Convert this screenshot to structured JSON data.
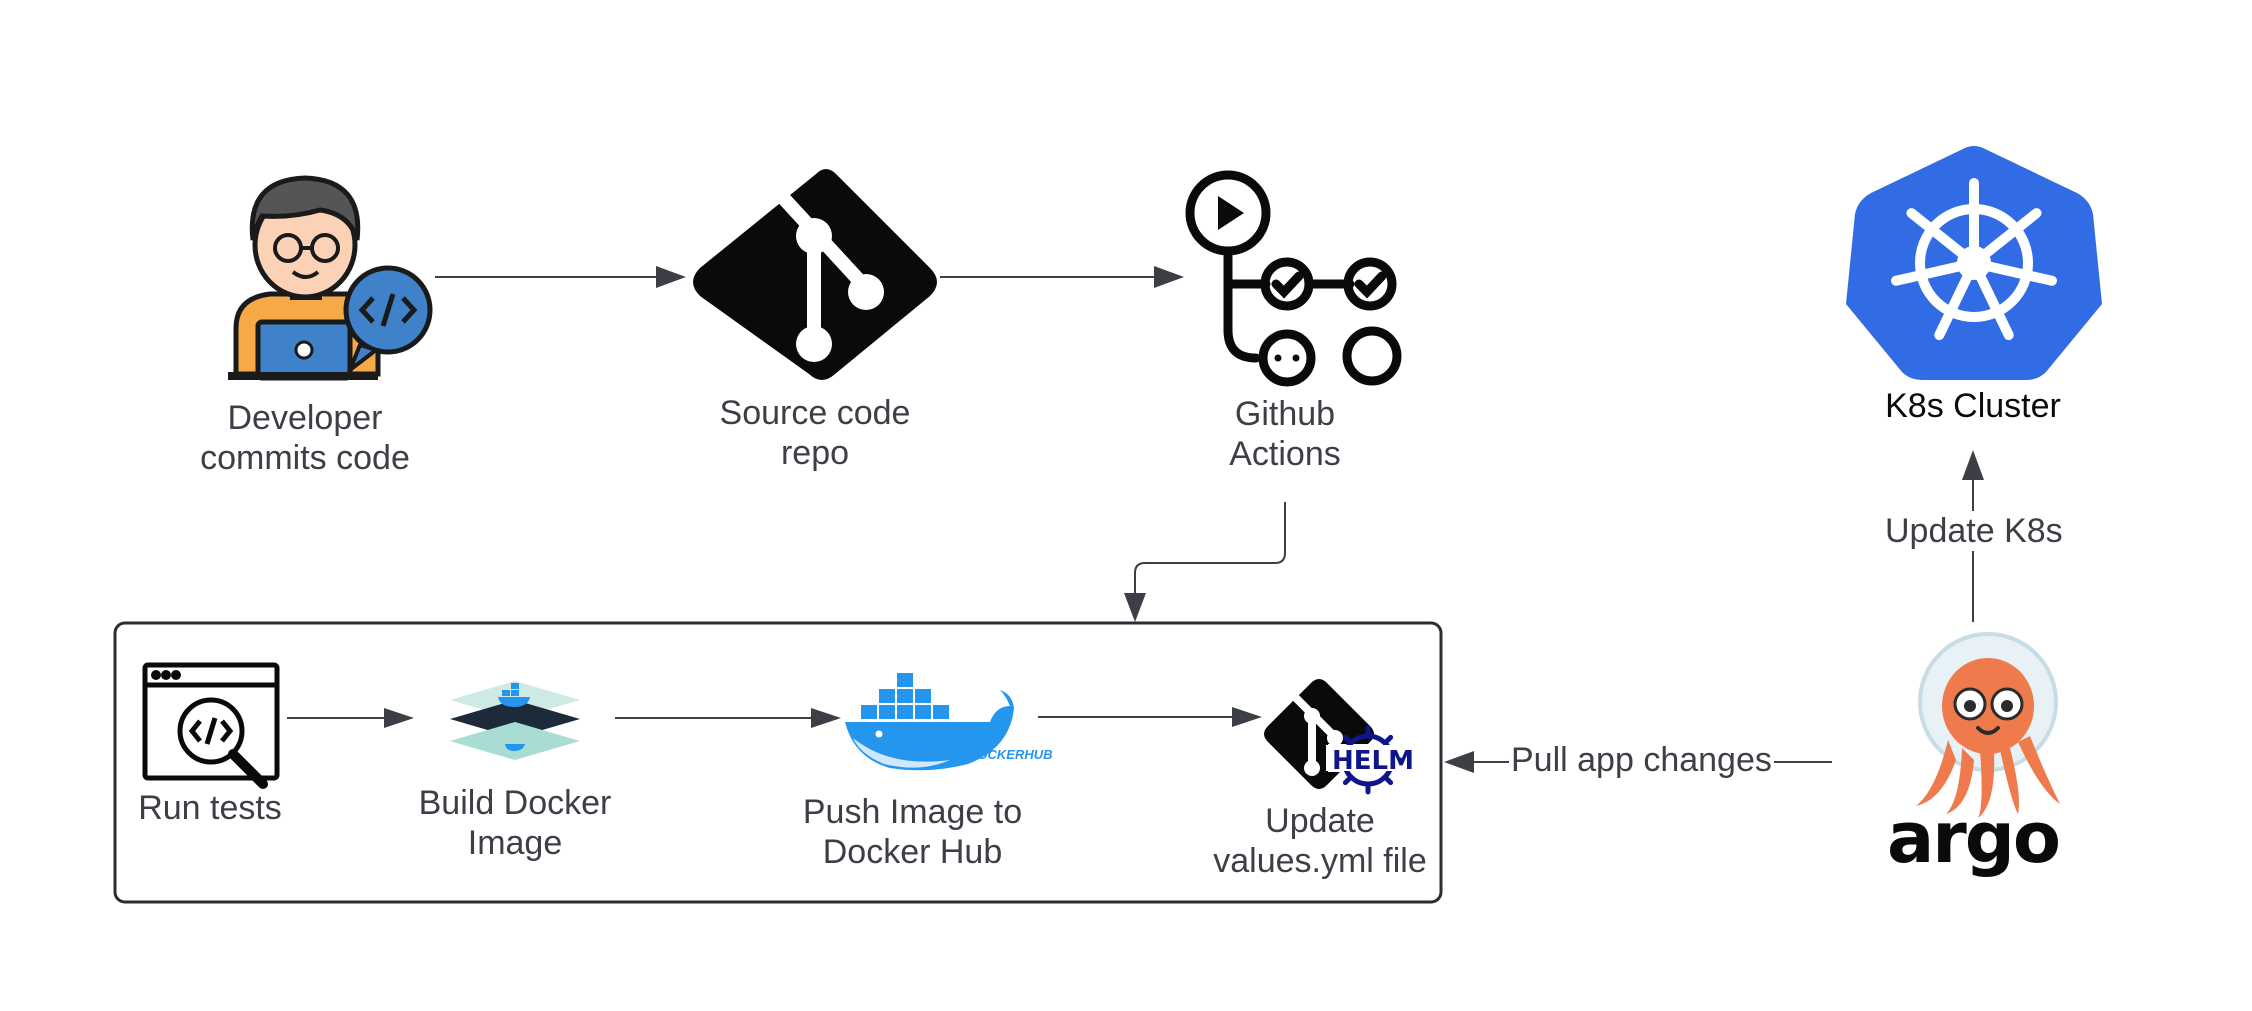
{
  "nodes": {
    "developer": {
      "line1": "Developer",
      "line2": "commits code",
      "icon": "developer-laptop-icon"
    },
    "source_repo": {
      "line1": "Source code",
      "line2": "repo",
      "icon": "git-icon"
    },
    "github_actions": {
      "line1": "Github",
      "line2": "Actions",
      "icon": "github-actions-icon"
    },
    "k8s": {
      "label": "K8s Cluster",
      "icon": "kubernetes-icon"
    },
    "run_tests": {
      "label": "Run tests",
      "icon": "code-inspect-icon"
    },
    "build_image": {
      "line1": "Build Docker",
      "line2": "Image",
      "icon": "docker-layers-icon"
    },
    "push_image": {
      "line1": "Push Image to",
      "line2": "Docker Hub",
      "icon": "docker-hub-icon",
      "logo_text": "DOCKERHUB"
    },
    "update_values": {
      "line1": "Update",
      "line2": "values.yml file",
      "icon": "git-helm-icon",
      "logo_text": "HELM"
    },
    "argo": {
      "icon": "argo-octopus-icon",
      "logo_text": "argo"
    }
  },
  "edges": {
    "update_k8s": "Update K8s",
    "pull_changes": "Pull app changes"
  },
  "colors": {
    "line": "#3d3f46",
    "k8s_blue": "#326ce5",
    "docker_blue": "#2496ed",
    "argo_orange": "#ef7b4d",
    "helm_navy": "#0f1689",
    "skin": "#fbd2b6",
    "shirt": "#f5a947",
    "laptop_blue": "#3f82c9"
  }
}
